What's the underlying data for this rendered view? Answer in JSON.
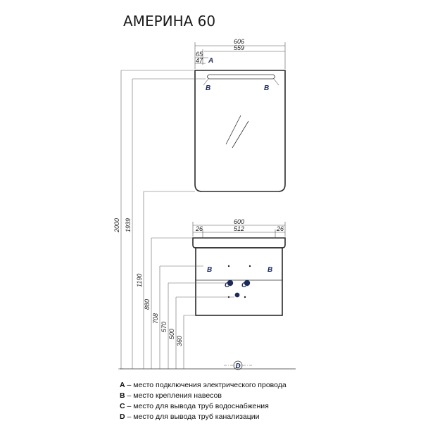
{
  "title": "АМЕРИНА 60",
  "mirror": {
    "width_outer": "606",
    "width_inner": "559",
    "offset_top": "65",
    "offset_inner": "47",
    "marker_a": "A",
    "marker_b_left": "B",
    "marker_b_right": "B"
  },
  "cabinet": {
    "width_outer": "600",
    "width_inner": "512",
    "side_left": "26",
    "side_right": "26",
    "marker_b_left": "B",
    "marker_b_right": "B",
    "marker_c_left": "C",
    "marker_c_right": "C",
    "marker_d": "D"
  },
  "heights": [
    "2000",
    "1939",
    "1190",
    "880",
    "708",
    "570",
    "500",
    "360"
  ],
  "floor_marker": "D",
  "legend": [
    {
      "key": "A",
      "text": " – место подключения электрического провода"
    },
    {
      "key": "B",
      "text": " – место крепления навесов"
    },
    {
      "key": "C",
      "text": " – место для вывода труб водоснабжения"
    },
    {
      "key": "D",
      "text": " – место для вывода труб канализации"
    }
  ]
}
